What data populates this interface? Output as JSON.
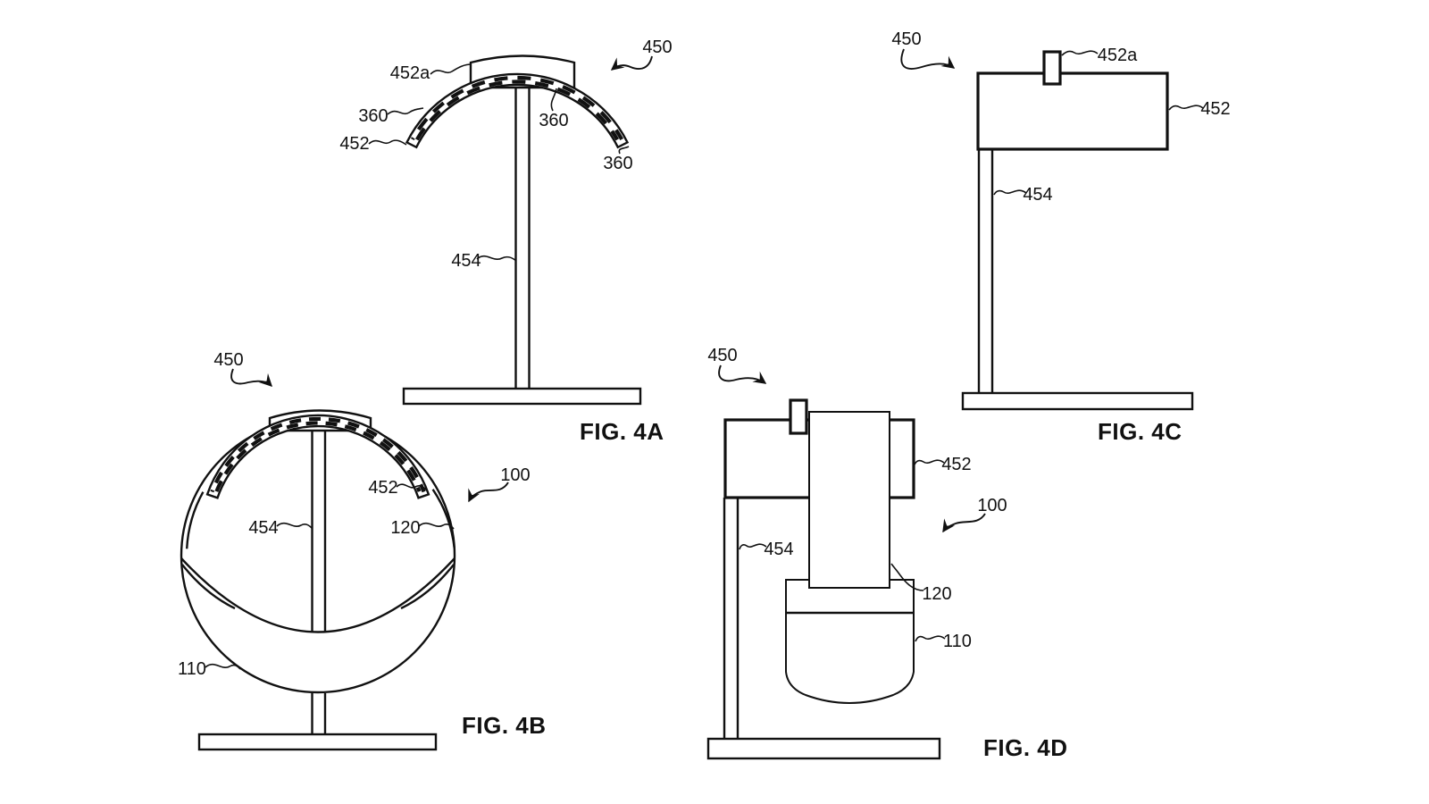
{
  "sheet": {
    "background_color": "#ffffff",
    "ink_color": "#111111",
    "description": "Patent drawing sheet with four figures of a head-mounted band (450) on display stands"
  },
  "figures": {
    "fig4a": {
      "title": "FIG. 4A",
      "refs": {
        "r450": "450",
        "r452a": "452a",
        "r360_left": "360",
        "r452": "452",
        "r360_mid": "360",
        "r360_right": "360",
        "r454": "454"
      }
    },
    "fig4b": {
      "title": "FIG. 4B",
      "refs": {
        "r450": "450",
        "r452": "452",
        "r454": "454",
        "r120": "120",
        "r100": "100",
        "r110": "110"
      }
    },
    "fig4c": {
      "title": "FIG. 4C",
      "refs": {
        "r450": "450",
        "r452a": "452a",
        "r452": "452",
        "r454": "454"
      }
    },
    "fig4d": {
      "title": "FIG. 4D",
      "refs": {
        "r450": "450",
        "r452": "452",
        "r100": "100",
        "r454": "454",
        "r120": "120",
        "r110": "110"
      }
    }
  }
}
